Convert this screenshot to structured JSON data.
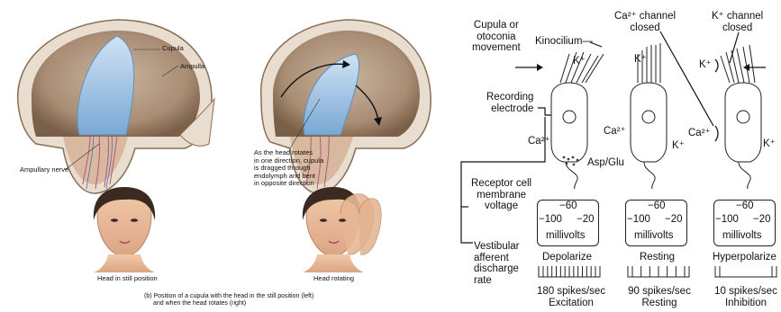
{
  "left_panel": {
    "labels": {
      "cupula": "Cupula",
      "ampulla": "Ampulla",
      "ampullary_nerve": "Ampullary nerve",
      "rotation_note": [
        "As the head rotates",
        "in one direction, cupula",
        "is dragged through",
        "endolymph and bent",
        "in opposite direction"
      ],
      "still_caption": "Head in still position",
      "rotating_caption": "Head rotating"
    },
    "figure_caption": [
      "(b) Position of a cupula with the head in the still position (left)",
      "and when the head rotates (right)"
    ]
  },
  "right_panel": {
    "labels": {
      "cupula_movement": [
        "Cupula or",
        "otoconia",
        "movement"
      ],
      "kinocilium": "Kinocilium",
      "recording_electrode": [
        "Recording",
        "electrode"
      ],
      "ca_channel_closed": [
        "Ca²⁺ channel",
        "closed"
      ],
      "k_channel_closed": [
        "K⁺ channel",
        "closed"
      ],
      "k_plus": "K⁺",
      "ca_plus": "Ca²⁺",
      "asp_glu": "Asp/Glu",
      "receptor_voltage": [
        "Receptor cell",
        "membrane",
        "voltage"
      ],
      "vestibular_rate": [
        "Vestibular",
        "afferent",
        "discharge",
        "rate"
      ]
    },
    "meter": {
      "top": "−60",
      "left": "−100",
      "right": "−20",
      "unit": "millivolts"
    },
    "cells": [
      {
        "state": "Depolarize",
        "rate": "180 spikes/sec",
        "effect": "Excitation",
        "spike_count": 13
      },
      {
        "state": "Resting",
        "rate": "90 spikes/sec",
        "effect": "Resting",
        "spike_count": 7
      },
      {
        "state": "Hyperpolarize",
        "rate": "10 spikes/sec",
        "effect": "Inhibition",
        "spike_count": 2
      }
    ]
  }
}
